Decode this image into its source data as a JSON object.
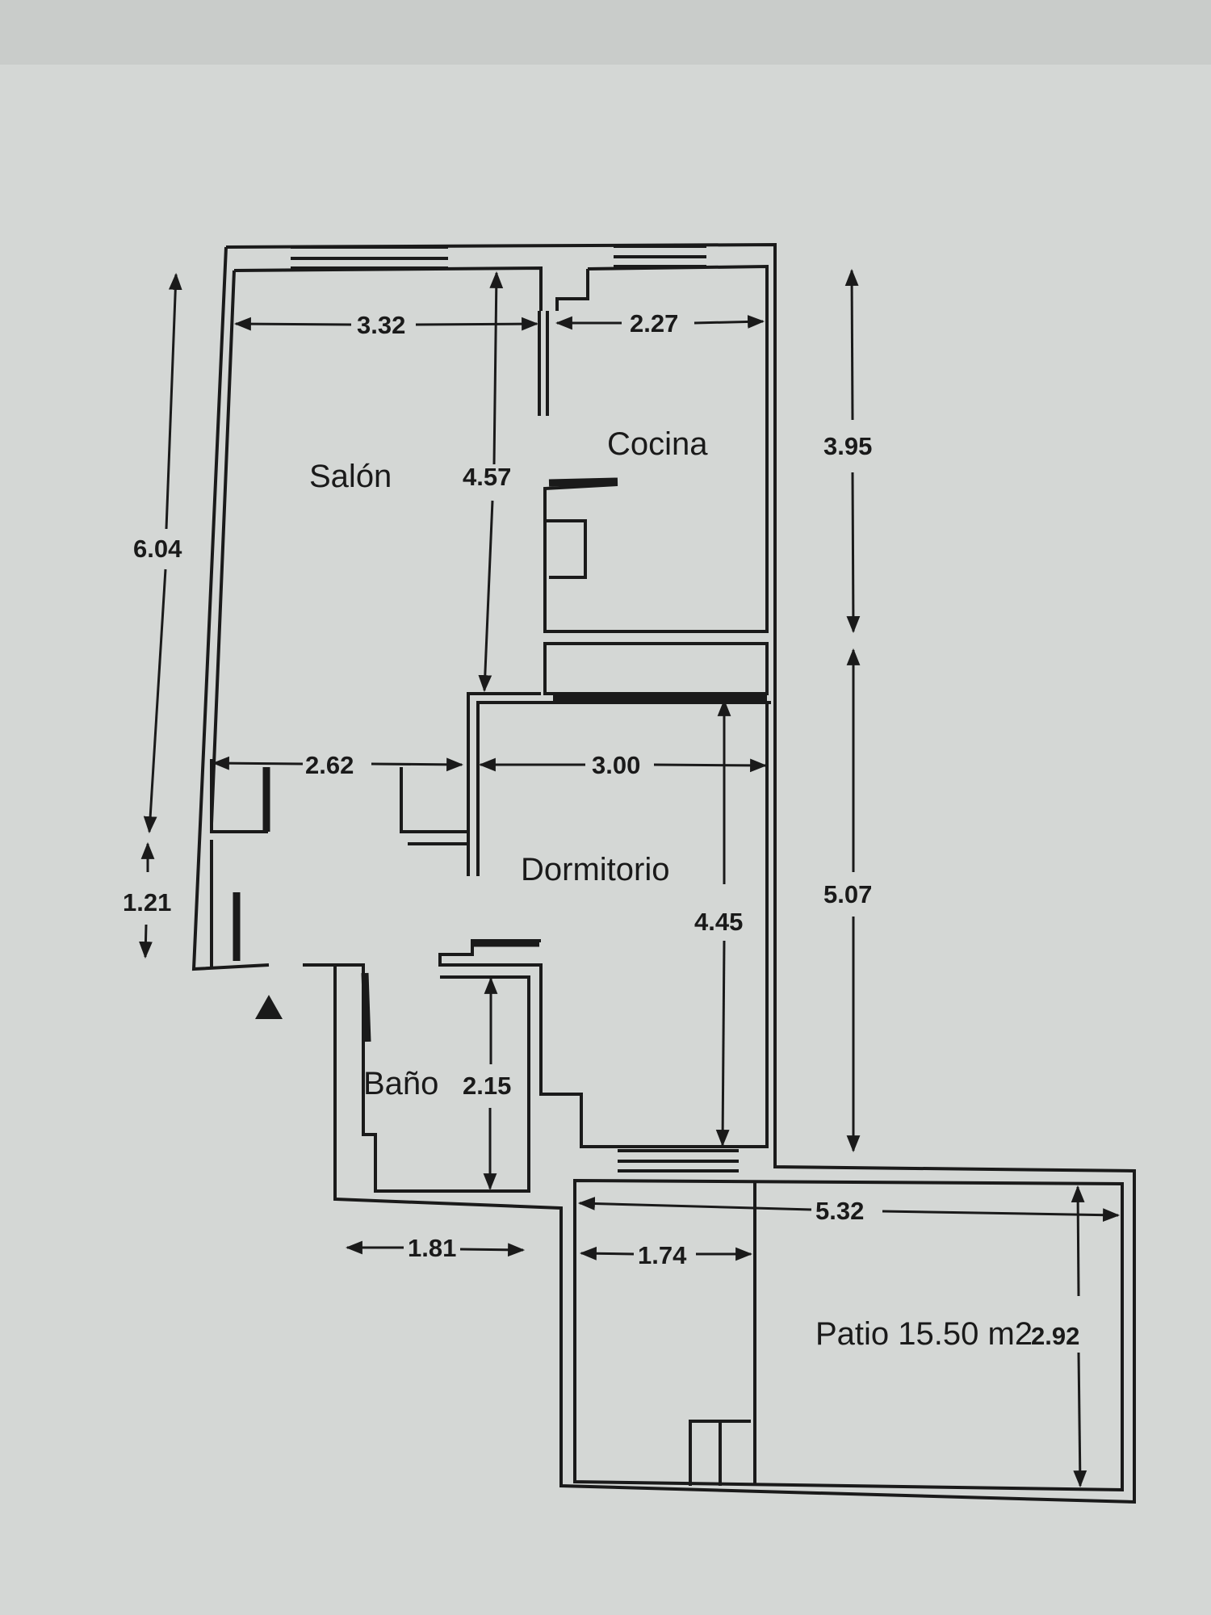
{
  "rooms": {
    "salon": "Salón",
    "cocina": "Cocina",
    "dormitorio": "Dormitorio",
    "bano": "Baño",
    "patio": "Patio 15.50 m2"
  },
  "dimensions": {
    "salon_width": "3.32",
    "cocina_width": "2.27",
    "salon_height": "4.57",
    "cocina_height": "3.95",
    "left_total": "6.04",
    "entry_width": "2.62",
    "dormitorio_width": "3.00",
    "dormitorio_height": "4.45",
    "right_lower": "5.07",
    "left_lower": "1.21",
    "bano_height": "2.15",
    "bano_width": "1.81",
    "patio_small_width": "1.74",
    "patio_width": "5.32",
    "patio_height": "2.92"
  },
  "colors": {
    "paper": "#d4d7d5",
    "ink": "#1a1a1a"
  },
  "icons": {
    "entrance": "entrance-triangle-icon"
  }
}
